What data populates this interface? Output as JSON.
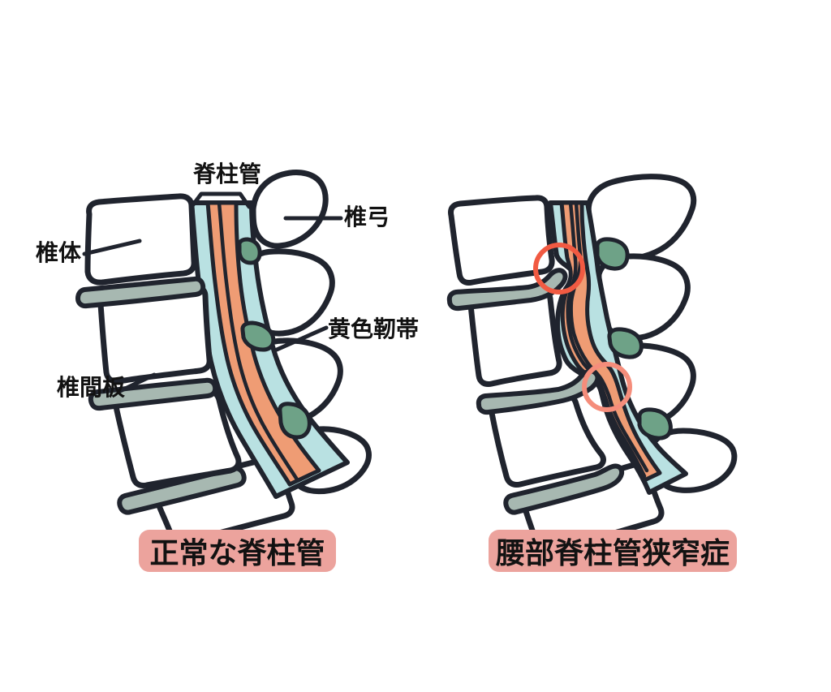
{
  "figure": {
    "left_caption": "正常な脊柱管",
    "right_caption": "腰部脊柱管狭窄症"
  },
  "labels": {
    "spinal_canal": "脊柱管",
    "vertebral_arch": "椎弓",
    "vertebral_body": "椎体",
    "yellow_ligament": "黄色靭帯",
    "intervertebral_disc": "椎間板"
  },
  "markers": {
    "upper_stenosis": "disc bulge compressing canal",
    "lower_stenosis": "canal narrowing between disc and ligament"
  },
  "colors": {
    "background": "#ffffff",
    "outline": "#20242e",
    "bone": "#ffffff",
    "canal": "#b9e1e2",
    "cord": "#ef9c74",
    "ligament": "#6ea287",
    "disc": "#a7b8b1",
    "caption_bg": "#eca39d",
    "caption_text": "#121212",
    "label_text": "#121212",
    "marker_upper": "#f15a42",
    "marker_lower": "#f58d7b"
  }
}
